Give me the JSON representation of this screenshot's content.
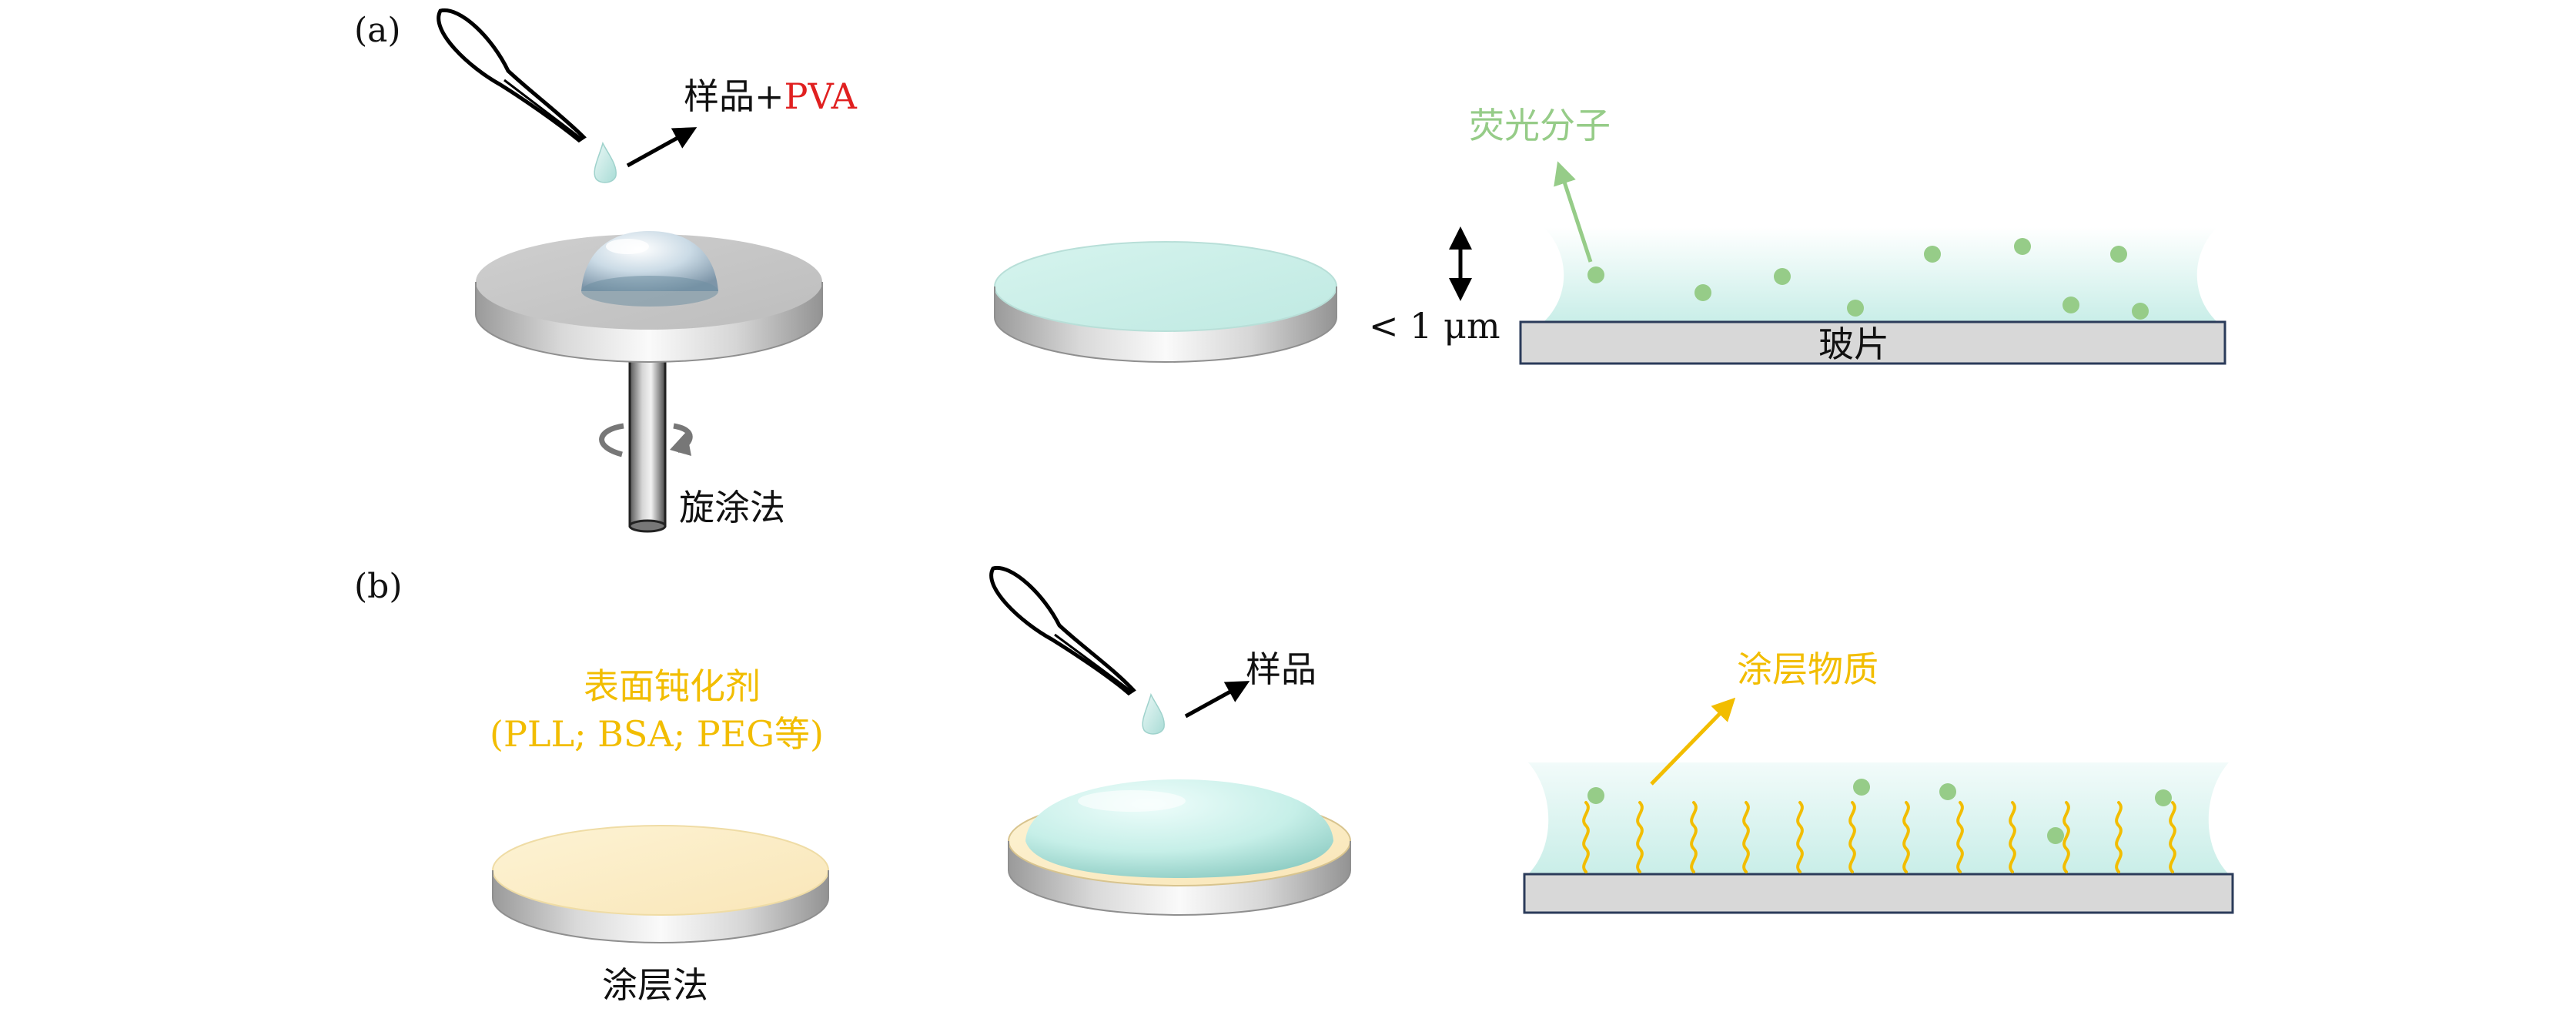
{
  "panel_a": {
    "label": "(a)",
    "sample_text": "样品+",
    "pva_text": "PVA",
    "spin_label": "旋涂法",
    "fluor_label": "荧光分子",
    "thickness_label": "< 1 μm",
    "glass_label": "玻片"
  },
  "panel_b": {
    "label": "(b)",
    "passivator_title": "表面钝化剂",
    "passivator_list": "(PLL; BSA; PEG等)",
    "sample_label": "样品",
    "coating_label": "涂层物质",
    "method_label": "涂层法"
  },
  "colors": {
    "accent_red": "#E02020",
    "accent_yellow": "#F2BD00",
    "molecule_green": "#96CC88",
    "film_cyan": "#CDEFEA",
    "passivator_cream": "#FCEFC8",
    "glass_gray": "#D8D8D8"
  }
}
